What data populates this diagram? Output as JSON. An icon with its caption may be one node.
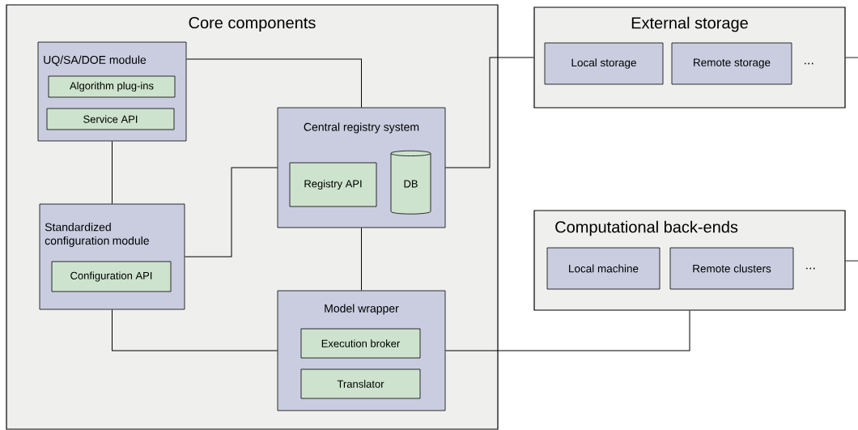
{
  "diagram": {
    "nodes": [
      {
        "text": [
          "Core components"
        ]
      },
      {
        "text": [
          "UQ/SA/DOE module"
        ],
        "in": 0
      },
      {
        "text": [
          "Algorithm plug-ins"
        ],
        "in": 1
      },
      {
        "text": [
          "Service API"
        ],
        "in": 1
      },
      {
        "text": [
          "Central registry system"
        ],
        "in": 0
      },
      {
        "text": [
          "Registry API"
        ],
        "in": 4
      },
      {
        "text": [
          "DB"
        ],
        "in": 4
      },
      {
        "text": [
          "Standardized configuration module"
        ],
        "in": 0
      },
      {
        "text": [
          "Configuration API"
        ],
        "in": 7
      },
      {
        "text": [
          "Model wrapper"
        ],
        "in": 0
      },
      {
        "text": [
          "Execution broker"
        ],
        "in": 9
      },
      {
        "text": [
          "Translator"
        ],
        "in": 9
      },
      {
        "text": [
          "External storage"
        ]
      },
      {
        "text": [
          "Local storage"
        ],
        "in": 12
      },
      {
        "text": [
          "Remote storage"
        ],
        "in": 12,
        "beside": [
          "..."
        ]
      },
      {
        "text": [
          "Computational back-ends"
        ]
      },
      {
        "text": [
          "Local machine"
        ],
        "in": 15
      },
      {
        "text": [
          "Remote clusters"
        ],
        "in": 15,
        "beside": [
          "..."
        ]
      }
    ],
    "edges": [
      {
        "from": 1,
        "to": 4,
        "arrow": "none"
      },
      {
        "from": 1,
        "to": 7,
        "arrow": "none"
      },
      {
        "from": 7,
        "to": 4,
        "arrow": "none"
      },
      {
        "from": 4,
        "to": 9,
        "arrow": "none"
      },
      {
        "from": 7,
        "to": 9,
        "arrow": "none"
      },
      {
        "from": 4,
        "to": 12,
        "arrow": "none"
      },
      {
        "from": 9,
        "to": 15,
        "arrow": "none"
      },
      {
        "from": 12,
        "to": null,
        "arrow": "none"
      },
      {
        "from": 15,
        "to": null,
        "arrow": "none"
      }
    ]
  }
}
